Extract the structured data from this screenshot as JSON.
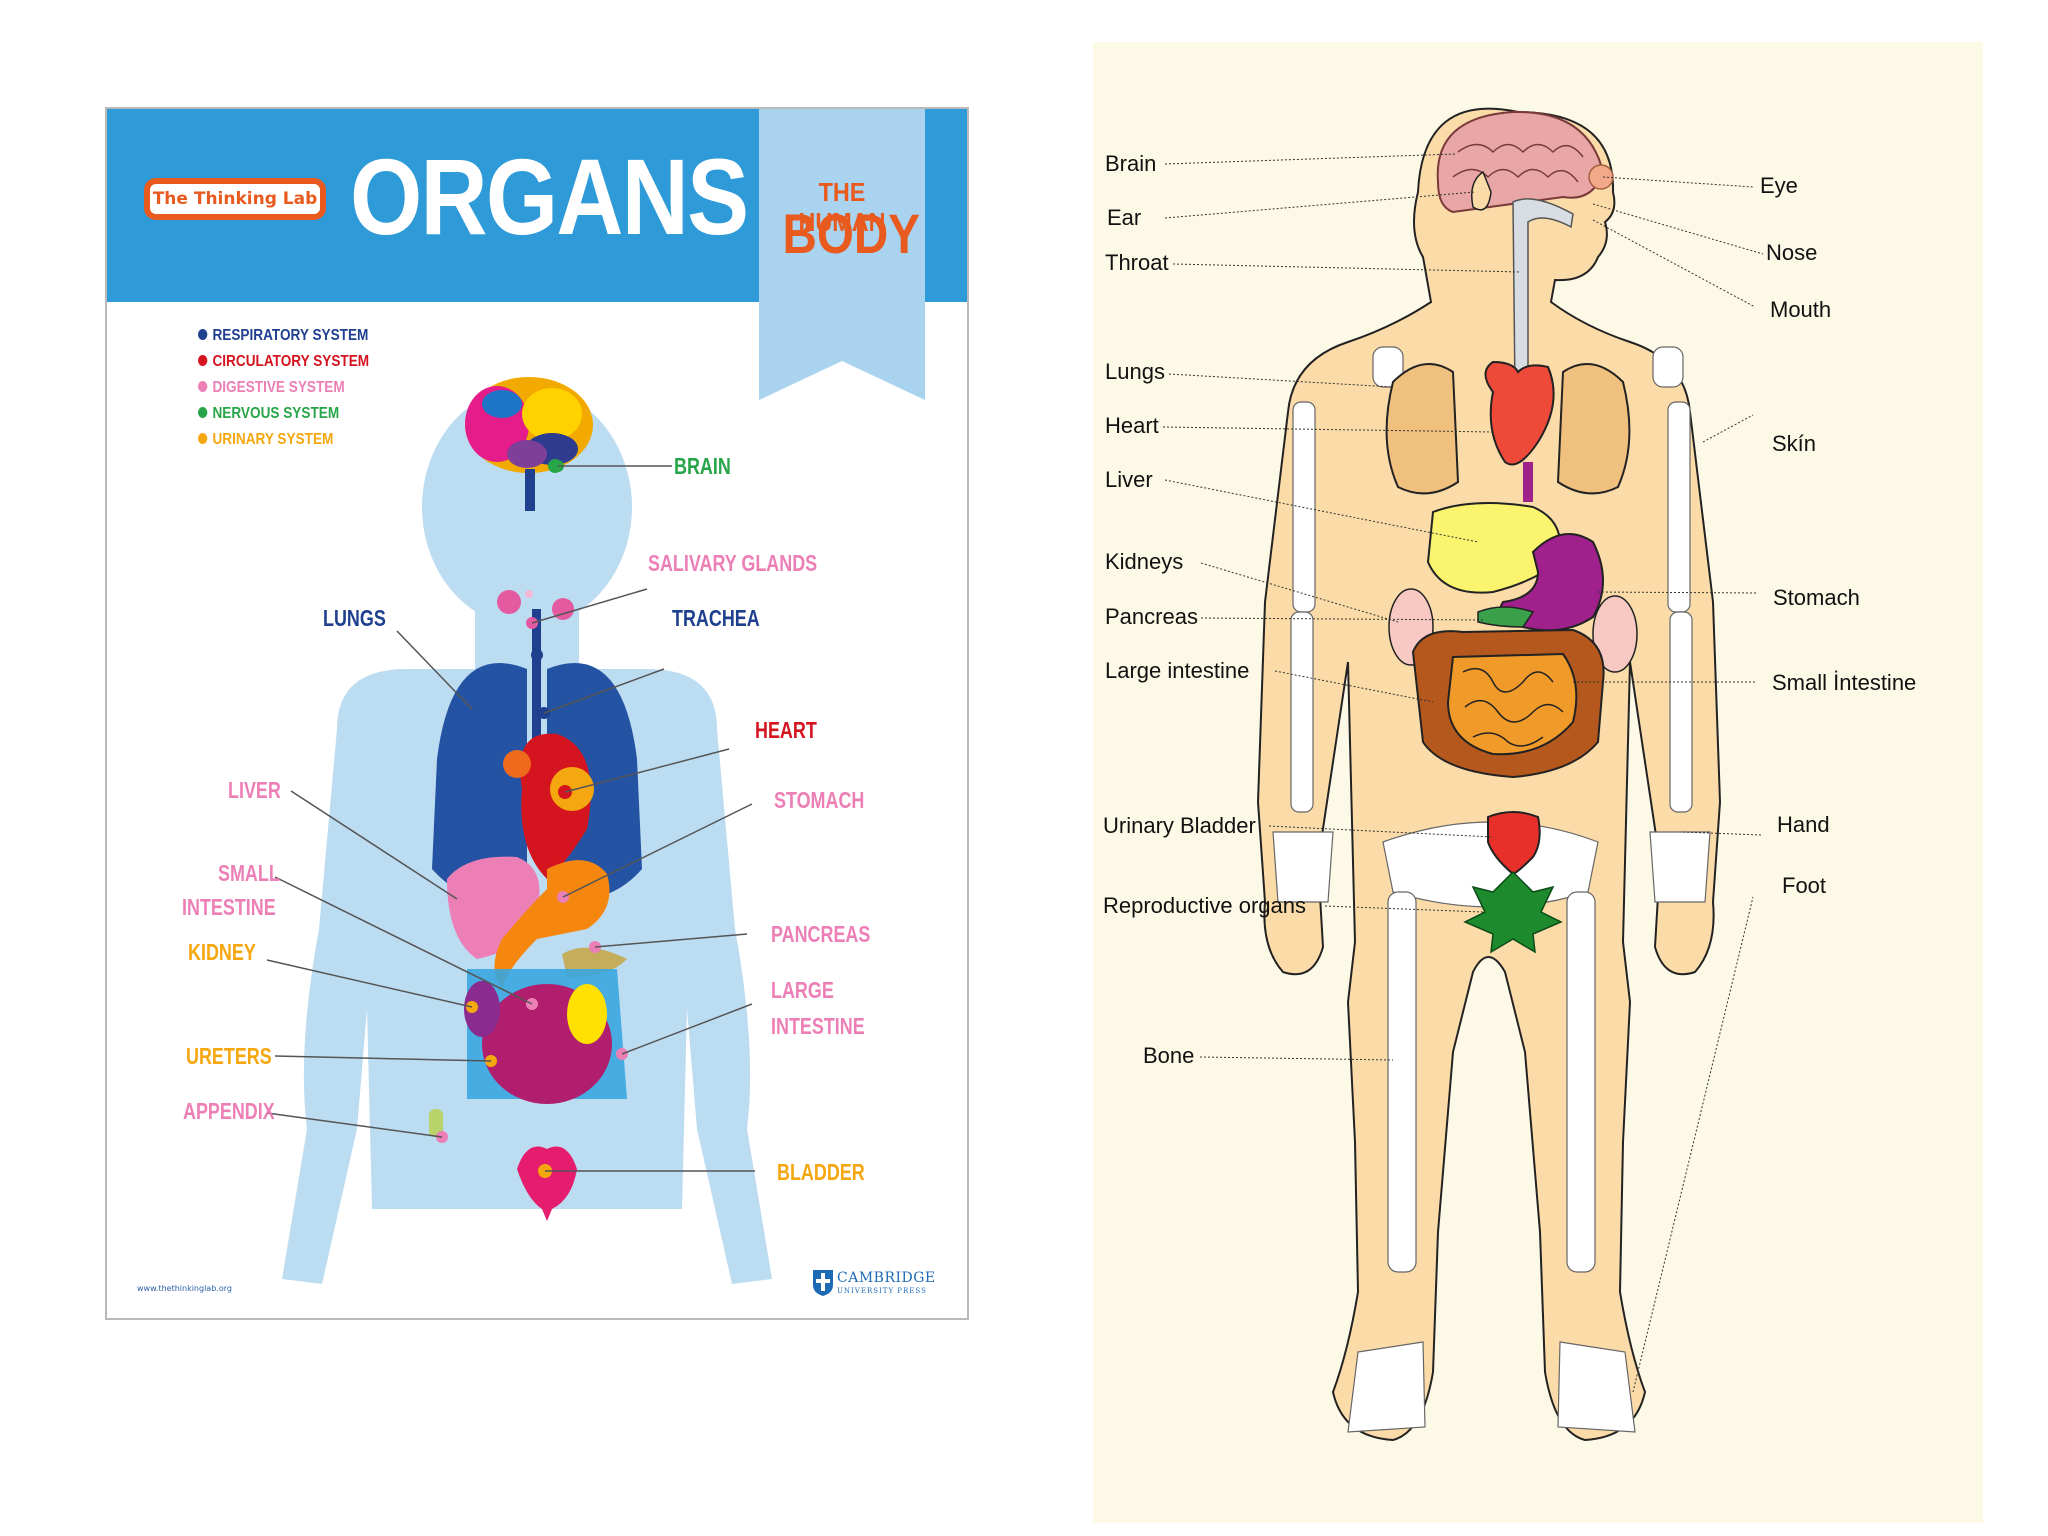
{
  "poster": {
    "brand_badge": "The Thinking Lab",
    "title": "ORGANS",
    "ribbon_subtitle": "THE HUMAN",
    "ribbon_title": "BODY",
    "legend": [
      {
        "label": "RESPIRATORY SYSTEM",
        "color": "#1f3f8f"
      },
      {
        "label": "CIRCULATORY SYSTEM",
        "color": "#d4141e"
      },
      {
        "label": "DIGESTIVE SYSTEM",
        "color": "#ec7fb6"
      },
      {
        "label": "NERVOUS SYSTEM",
        "color": "#27a548"
      },
      {
        "label": "URINARY SYSTEM",
        "color": "#f5a70f"
      }
    ],
    "labels": {
      "brain": "BRAIN",
      "salivary_glands": "SALIVARY GLANDS",
      "lungs": "LUNGS",
      "trachea": "TRACHEA",
      "heart": "HEART",
      "liver": "LIVER",
      "stomach": "STOMACH",
      "small_intestine_1": "SMALL",
      "small_intestine_2": "INTESTINE",
      "pancreas": "PANCREAS",
      "kidney": "KIDNEY",
      "large_intestine_1": "LARGE",
      "large_intestine_2": "INTESTINE",
      "ureters": "URETERS",
      "appendix": "APPENDIX",
      "bladder": "BLADDER"
    },
    "footer_url": "www.thethinkinglab.org",
    "publisher_name": "CAMBRIDGE",
    "publisher_sub": "UNIVERSITY PRESS",
    "colors": {
      "header_blue": "#2e9ad8",
      "ribbon_blue": "#a9d3ef",
      "body_blue": "#bcdcf2",
      "accent_orange": "#e85a1e",
      "respiratory": "#1f3f8f",
      "circulatory": "#d4141e",
      "digestive": "#ec7fb6",
      "nervous": "#27a548",
      "urinary": "#f5a70f"
    }
  },
  "anatomy": {
    "left_labels": {
      "brain": "Brain",
      "ear": "Ear",
      "throat": "Throat",
      "lungs": "Lungs",
      "heart": "Heart",
      "liver": "Liver",
      "kidneys": "Kidneys",
      "pancreas": "Pancreas",
      "large_intestine": "Large intestine",
      "urinary_bladder": "Urinary Bladder",
      "reproductive_organs": "Reproductive organs",
      "bone": "Bone"
    },
    "right_labels": {
      "eye": "Eye",
      "nose": "Nose",
      "mouth": "Mouth",
      "skin": "Skín",
      "stomach": "Stomach",
      "small_intestine": "Small İntestine",
      "hand": "Hand",
      "foot": "Foot"
    },
    "colors": {
      "background": "#fdf9e7",
      "skin": "#fbdca9",
      "lungs": "#f0c07e",
      "heart": "#ee4a3a",
      "liver": "#fbf46e",
      "stomach": "#a0208c",
      "large_intestine": "#b5581d",
      "small_intestine": "#f09a2a",
      "bladder": "#e8302b",
      "reproductive": "#1e8a2e",
      "kidneys": "#f8c9c3",
      "brain": "#e8a6a6"
    }
  }
}
